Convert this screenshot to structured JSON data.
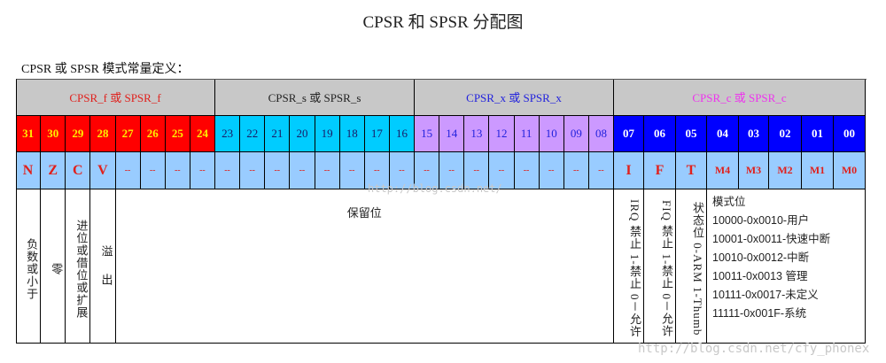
{
  "title": "CPSR 和 SPSR 分配图",
  "subtitle": "CPSR 或 SPSR 模式常量定义：",
  "colors": {
    "header_bg": "#c8c8c8",
    "f_bits": "#ff0000",
    "s_bits": "#00ccff",
    "x_bits": "#cc99ff",
    "c_bits": "#0000ff",
    "flags_bg": "#99ccff",
    "flag_text": "#e0201c"
  },
  "groups": [
    {
      "label": "CPSR_f 或 SPSR_f",
      "color": "#e0201c"
    },
    {
      "label": "CPSR_s 或 SPSR_s",
      "color": "#222222"
    },
    {
      "label": "CPSR_x 或 SPSR_x",
      "color": "#2222dd"
    },
    {
      "label": "CPSR_c 或 SPSR_c",
      "color": "#ee33ee"
    }
  ],
  "bits": [
    "31",
    "30",
    "29",
    "28",
    "27",
    "26",
    "25",
    "24",
    "23",
    "22",
    "21",
    "20",
    "19",
    "18",
    "17",
    "16",
    "15",
    "14",
    "13",
    "12",
    "11",
    "10",
    "09",
    "08",
    "07",
    "06",
    "05",
    "04",
    "03",
    "02",
    "01",
    "00"
  ],
  "flags": [
    "N",
    "Z",
    "C",
    "V",
    "--",
    "--",
    "--",
    "--",
    "--",
    "--",
    "--",
    "--",
    "--",
    "--",
    "--",
    "--",
    "--",
    "--",
    "--",
    "--",
    "--",
    "--",
    "--",
    "--",
    "I",
    "F",
    "T",
    "M4",
    "M3",
    "M2",
    "M1",
    "M0"
  ],
  "descriptions": {
    "n": "负数或小于",
    "z": "零",
    "c": "进位或借位或扩展",
    "v": "溢 出",
    "reserved": "保留位",
    "i": "IRQ 禁止 1-禁止 0－允许",
    "f": "FIQ 禁止 1-禁止 0－允许",
    "t": "状态位 0-ARM 1-Thumb",
    "mode_title": "模式位",
    "modes": [
      "10000-0x0010-用户",
      "10001-0x0011-快速中断",
      "10010-0x0012-中断",
      "10011-0x0013 管理",
      "10111-0x0017-未定义",
      "11111-0x001F-系统"
    ]
  },
  "watermarks": [
    "http://blog.csdn.net/",
    "http://blog.csdn.net/cfy_phonex"
  ]
}
